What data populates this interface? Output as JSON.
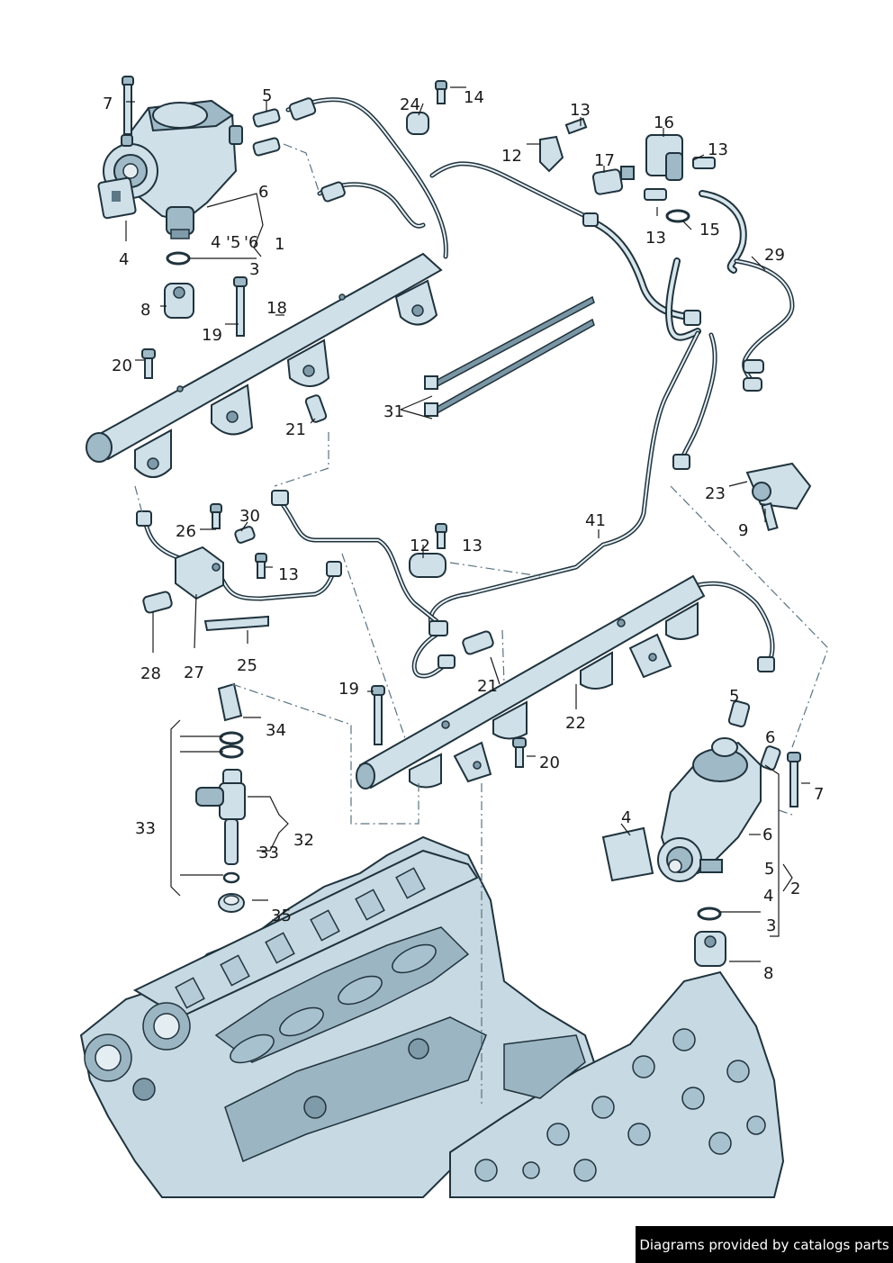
{
  "watermark": {
    "text": "Diagrams provided by catalogs parts"
  },
  "callouts": [
    {
      "id": "c7a",
      "text": "7"
    },
    {
      "id": "c5a",
      "text": "5"
    },
    {
      "id": "c24",
      "text": "24"
    },
    {
      "id": "c14",
      "text": "14"
    },
    {
      "id": "c13a",
      "text": "13"
    },
    {
      "id": "c16",
      "text": "16"
    },
    {
      "id": "c13b",
      "text": "13"
    },
    {
      "id": "c12a",
      "text": "12"
    },
    {
      "id": "c17",
      "text": "17"
    },
    {
      "id": "c6a",
      "text": "6"
    },
    {
      "id": "c4a",
      "text": "4"
    },
    {
      "id": "c4b",
      "text": "4"
    },
    {
      "id": "c5b",
      "text": "'5"
    },
    {
      "id": "c6b",
      "text": "'6"
    },
    {
      "id": "c1",
      "text": "1"
    },
    {
      "id": "c3a",
      "text": "3"
    },
    {
      "id": "c13c",
      "text": "13"
    },
    {
      "id": "c15",
      "text": "15"
    },
    {
      "id": "c29",
      "text": "29"
    },
    {
      "id": "c8a",
      "text": "8"
    },
    {
      "id": "c18",
      "text": "18"
    },
    {
      "id": "c19a",
      "text": "19"
    },
    {
      "id": "c20a",
      "text": "20"
    },
    {
      "id": "c31",
      "text": "31"
    },
    {
      "id": "c21a",
      "text": "21"
    },
    {
      "id": "c23",
      "text": "23"
    },
    {
      "id": "c9",
      "text": "9"
    },
    {
      "id": "c26",
      "text": "26"
    },
    {
      "id": "c30",
      "text": "30"
    },
    {
      "id": "c41",
      "text": "41"
    },
    {
      "id": "c12b",
      "text": "12"
    },
    {
      "id": "c13d",
      "text": "13"
    },
    {
      "id": "c13e",
      "text": "13"
    },
    {
      "id": "c28",
      "text": "28"
    },
    {
      "id": "c27",
      "text": "27"
    },
    {
      "id": "c25",
      "text": "25"
    },
    {
      "id": "c21b",
      "text": "21"
    },
    {
      "id": "c19b",
      "text": "19"
    },
    {
      "id": "c5c",
      "text": "5"
    },
    {
      "id": "c22",
      "text": "22"
    },
    {
      "id": "c34",
      "text": "34"
    },
    {
      "id": "c6c",
      "text": "6"
    },
    {
      "id": "c20b",
      "text": "20"
    },
    {
      "id": "c7b",
      "text": "7"
    },
    {
      "id": "c4c",
      "text": "4"
    },
    {
      "id": "c6d",
      "text": "6"
    },
    {
      "id": "c33a",
      "text": "33"
    },
    {
      "id": "c32",
      "text": "32"
    },
    {
      "id": "c33b",
      "text": "33"
    },
    {
      "id": "c5d",
      "text": "5"
    },
    {
      "id": "c2",
      "text": "2"
    },
    {
      "id": "c4d",
      "text": "4"
    },
    {
      "id": "c3b",
      "text": "3"
    },
    {
      "id": "c35",
      "text": "35"
    },
    {
      "id": "c8b",
      "text": "8"
    }
  ]
}
